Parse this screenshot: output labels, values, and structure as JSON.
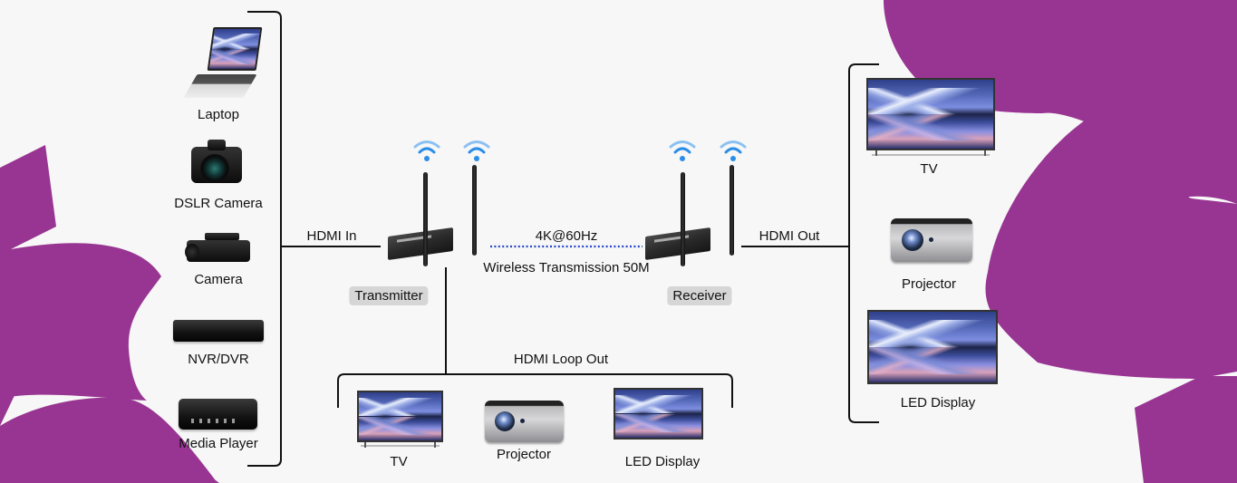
{
  "diagram": {
    "colors": {
      "background": "#f7f7f7",
      "accent_shapes": "#983592",
      "line": "#111111",
      "wireless_link": "#2546c8",
      "wifi_icon": "#2a8de8",
      "tag_background": "#d6d6d6"
    },
    "sources": {
      "items": [
        {
          "label": "Laptop",
          "icon": "laptop-icon"
        },
        {
          "label": "DSLR Camera",
          "icon": "dslr-camera-icon"
        },
        {
          "label": "Camera",
          "icon": "camcorder-icon"
        },
        {
          "label": "NVR/DVR",
          "icon": "nvr-dvr-icon"
        },
        {
          "label": "Media Player",
          "icon": "media-player-icon"
        }
      ]
    },
    "links": {
      "hdmi_in": "HDMI In",
      "wireless_top": "4K@60Hz",
      "wireless_bottom": "Wireless Transmission 50M",
      "hdmi_out": "HDMI Out",
      "hdmi_loop_out": "HDMI Loop Out"
    },
    "devices": {
      "transmitter": {
        "label": "Transmitter",
        "icon": "transmitter-icon"
      },
      "receiver": {
        "label": "Receiver",
        "icon": "receiver-icon"
      }
    },
    "outputs": {
      "items": [
        {
          "label": "TV",
          "icon": "tv-icon"
        },
        {
          "label": "Projector",
          "icon": "projector-icon"
        },
        {
          "label": "LED Display",
          "icon": "led-display-icon"
        }
      ]
    },
    "loop_outputs": {
      "items": [
        {
          "label": "TV",
          "icon": "tv-icon"
        },
        {
          "label": "Projector",
          "icon": "projector-icon"
        },
        {
          "label": "LED Display",
          "icon": "led-display-icon"
        }
      ]
    }
  }
}
